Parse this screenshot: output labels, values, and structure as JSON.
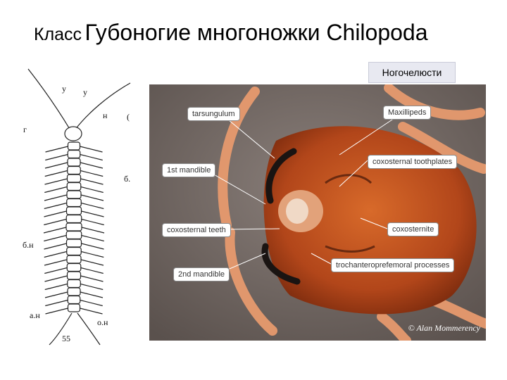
{
  "slide": {
    "title_small": "Класс",
    "title_big": "Губоногие многоножки Chilopoda",
    "badge": "Ногочелюсти"
  },
  "drawing": {
    "labels": {
      "u1": "у",
      "u2": "у",
      "n": "н",
      "g": "г",
      "b": "б.",
      "bn": "б.н",
      "an": "а.н",
      "on": "о.н",
      "page": "55"
    }
  },
  "photo": {
    "callouts": {
      "tarsungulum": "tarsungulum",
      "maxillipeds": "Maxillipeds",
      "coxosternal_toothplates": "coxosternal toothplates",
      "mandible1": "1st mandible",
      "coxosternite": "coxosternite",
      "coxosternal_teeth": "coxosternal teeth",
      "trochantero": "trochanteroprefemoral processes",
      "mandible2": "2nd mandible"
    },
    "credit": "© Alan Mommerency"
  }
}
